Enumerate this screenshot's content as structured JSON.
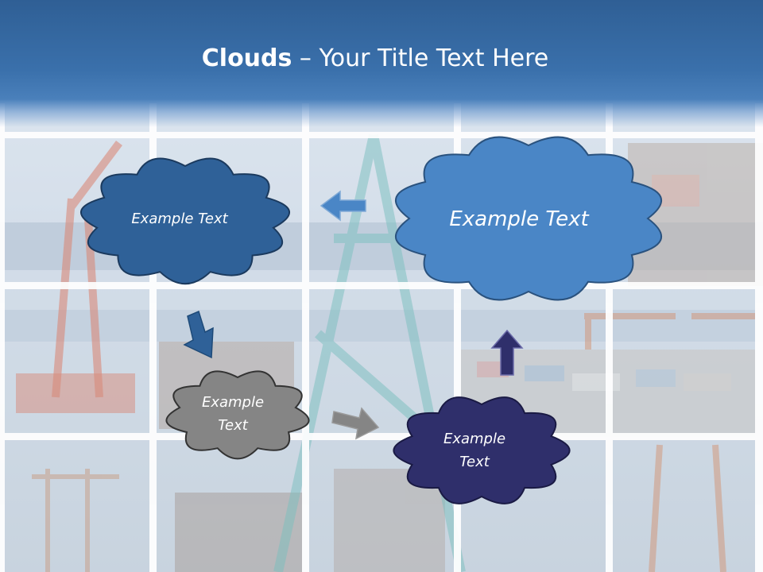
{
  "title": {
    "bold": "Clouds",
    "separator": " – ",
    "rest": "Your Title Text Here"
  },
  "colors": {
    "header": "#3a70ab",
    "cloud_top_left": "#2f6198",
    "cloud_top_right": "#4a86c6",
    "cloud_middle": "#858585",
    "cloud_bottom": "#2f2f6b",
    "arrow_left": "#4a86c6",
    "arrow_down": "#2f6198",
    "arrow_right": "#858585",
    "arrow_up": "#2f2f6b"
  },
  "clouds": [
    {
      "id": "cloud-top-left",
      "lines": [
        "Example Text"
      ]
    },
    {
      "id": "cloud-top-right",
      "lines": [
        "Example Text"
      ]
    },
    {
      "id": "cloud-middle-left",
      "lines": [
        "Example",
        "Text"
      ]
    },
    {
      "id": "cloud-bottom-right",
      "lines": [
        "Example",
        "Text"
      ]
    }
  ]
}
